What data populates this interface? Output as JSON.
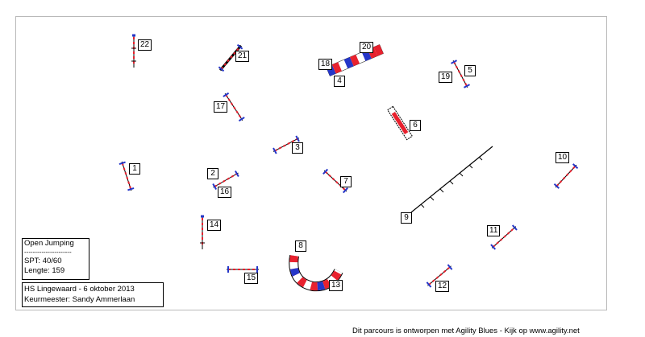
{
  "colors": {
    "red": "#e8212e",
    "blue": "#2536c8",
    "black": "#000000",
    "white": "#ffffff"
  },
  "course": {
    "class_name": "Open Jumping",
    "separator": "----------------------",
    "spt": "SPT:  40/60",
    "length": "Lengte: 159"
  },
  "event": {
    "title": "HS Lingewaard - 6 oktober 2013",
    "judge": "Keurmeester: Sandy Ammerlaan"
  },
  "footer": {
    "credit": "Dit parcours is ontworpen met Agility Blues - Kijk op www.agility.net"
  },
  "obstacle_labels": [
    "1",
    "2",
    "3",
    "4",
    "5",
    "6",
    "7",
    "8",
    "9",
    "10",
    "11",
    "12",
    "13",
    "14",
    "15",
    "16",
    "17",
    "18",
    "19",
    "20",
    "21",
    "22"
  ]
}
